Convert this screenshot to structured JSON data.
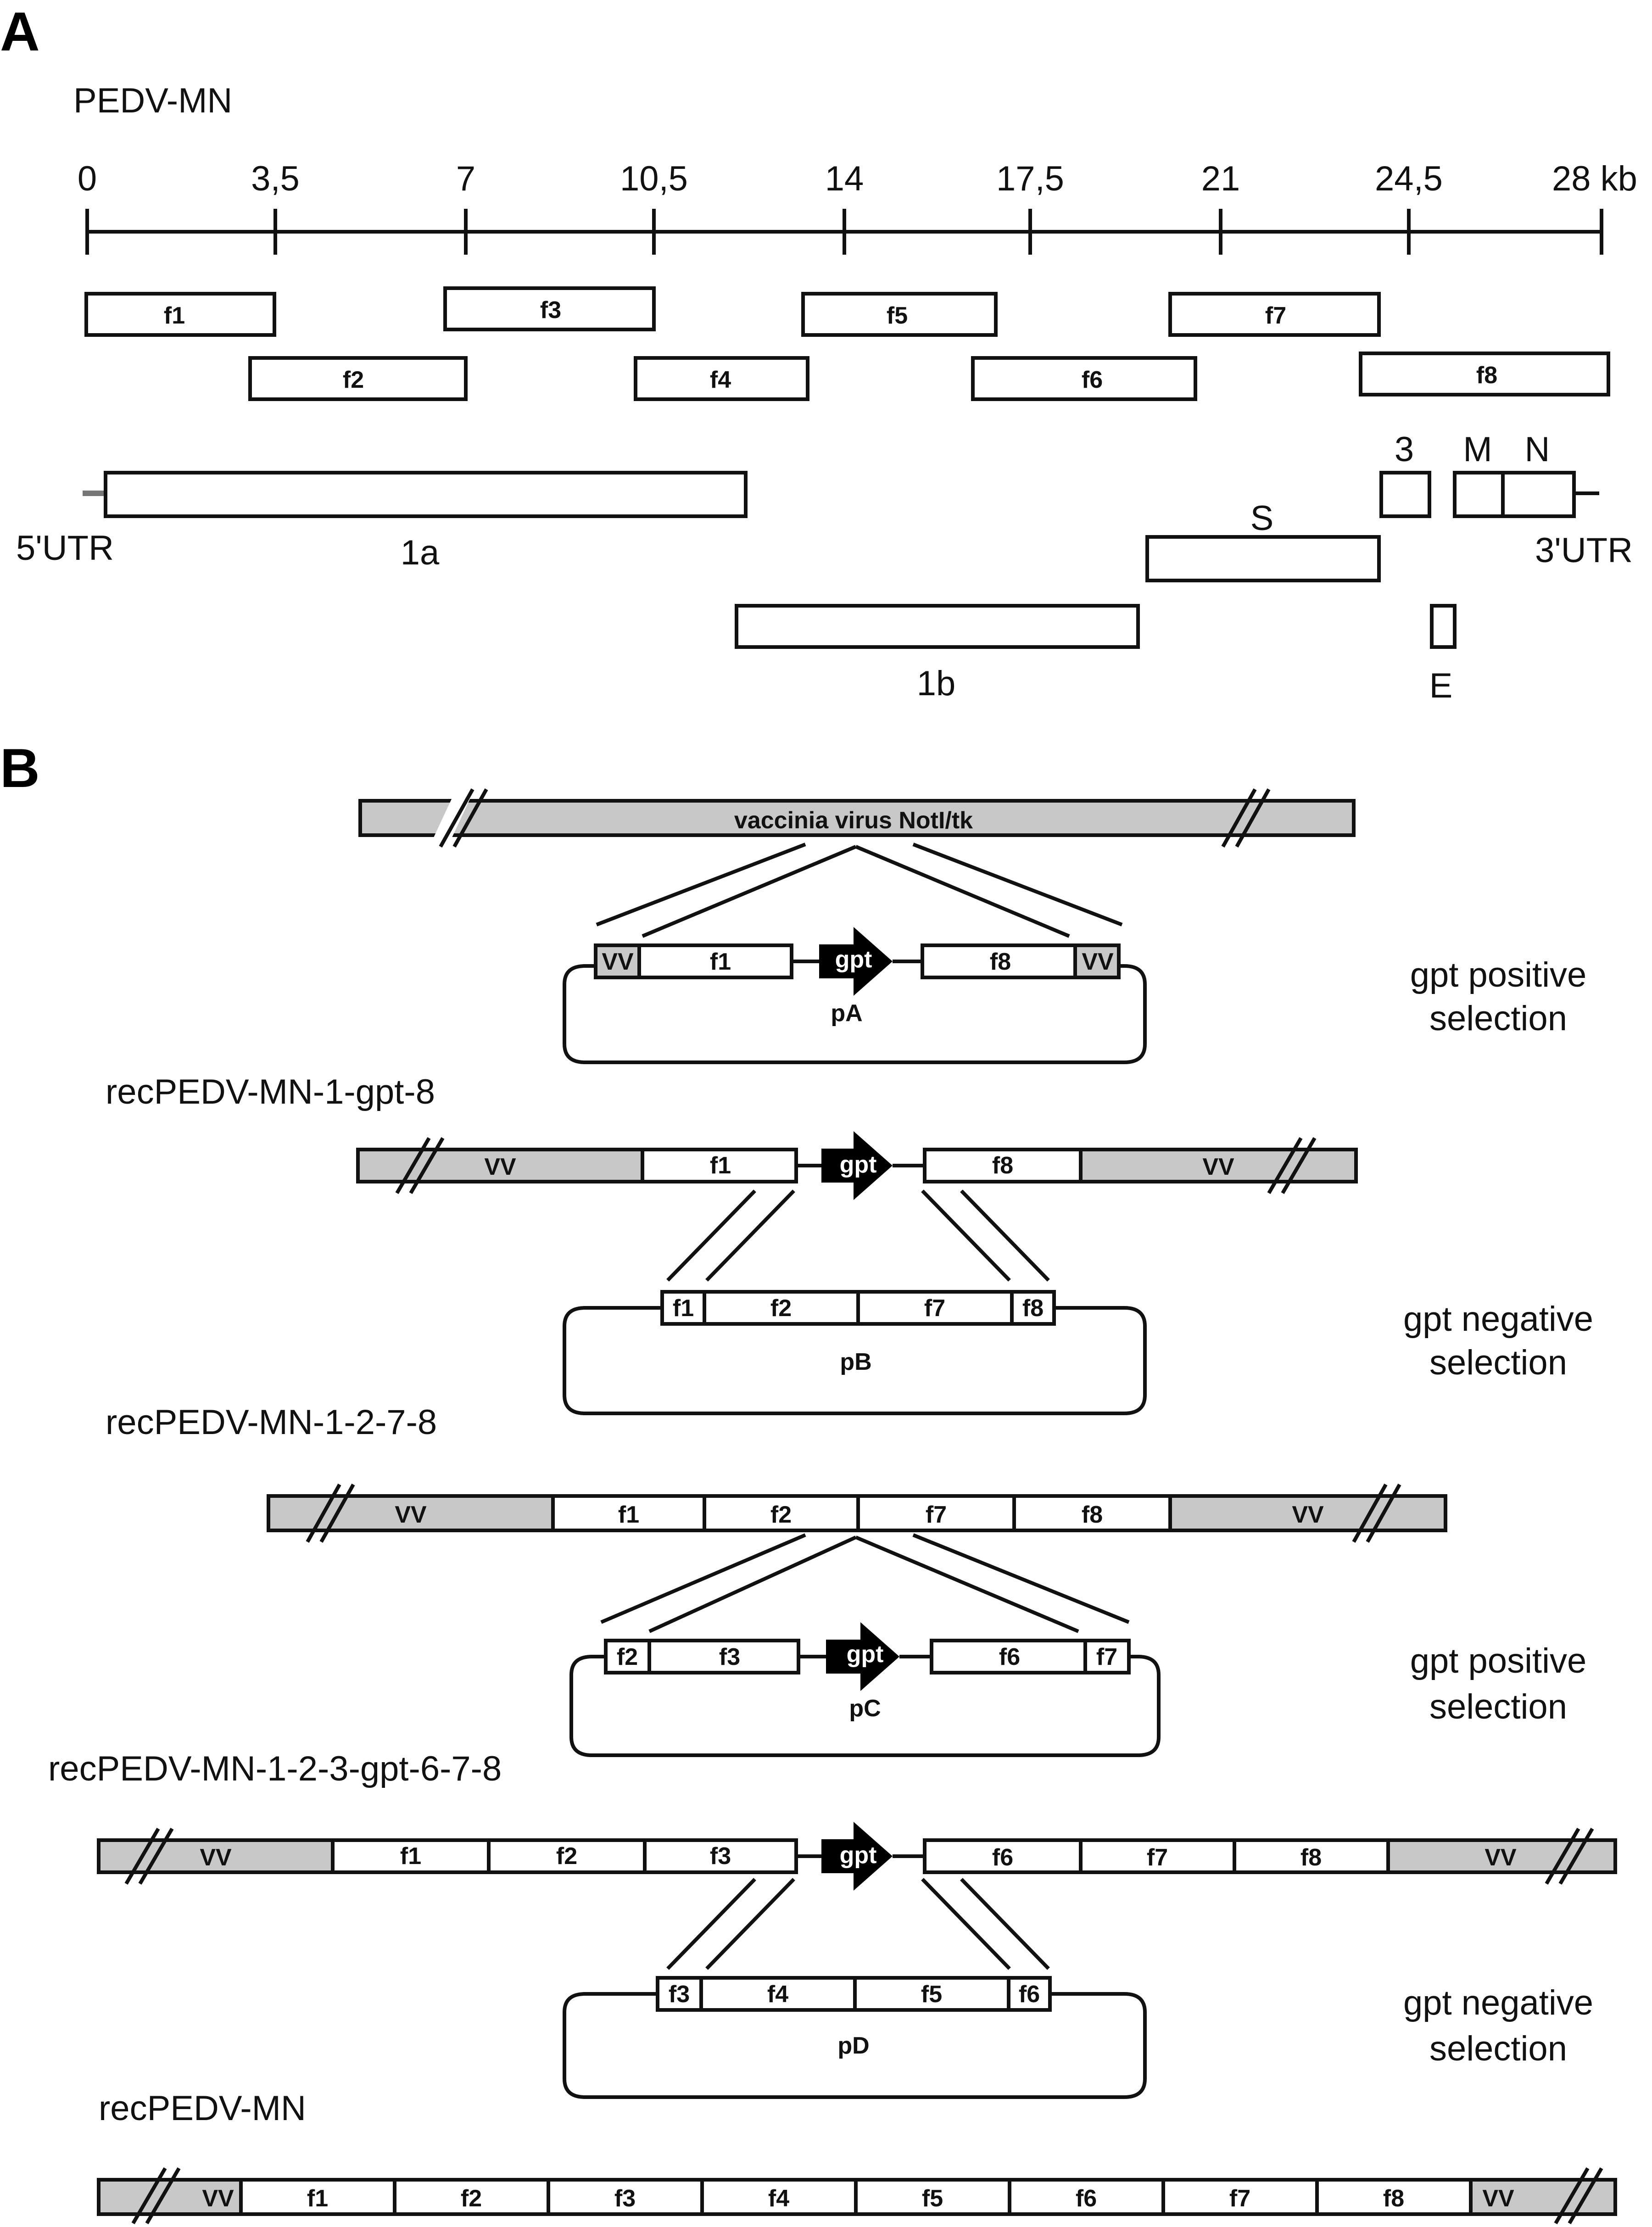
{
  "panel_a": {
    "letter": "A",
    "title": "PEDV-MN",
    "ticks": [
      "0",
      "3,5",
      "7",
      "10,5",
      "14",
      "17,5",
      "21",
      "24,5",
      "28 kb"
    ],
    "fragments": [
      "f1",
      "f2",
      "f3",
      "f4",
      "f5",
      "f6",
      "f7",
      "f8"
    ],
    "genome": {
      "utr5": "5'UTR",
      "utr3": "3'UTR",
      "orfs": [
        "1a",
        "1b",
        "S",
        "3",
        "E",
        "M",
        "N"
      ]
    }
  },
  "panel_b": {
    "letter": "B",
    "steps": [
      {
        "plasmid": "pA",
        "selection_line1": "gpt positive",
        "selection_line2": "selection",
        "plasmid_segments": [
          "VV",
          "f1",
          "gpt",
          "f8",
          "VV"
        ],
        "source_genome": [
          "vaccinia virus NotI/tk"
        ],
        "result_name": "recPEDV-MN-1-gpt-8",
        "result_genome": [
          "VV",
          "f1",
          "gpt",
          "f8",
          "VV"
        ]
      },
      {
        "plasmid": "pB",
        "selection_line1": "gpt negative",
        "selection_line2": "selection",
        "plasmid_segments": [
          "f1",
          "f2",
          "f7",
          "f8"
        ],
        "result_name": "recPEDV-MN-1-2-7-8",
        "result_genome": [
          "VV",
          "f1",
          "f2",
          "f7",
          "f8",
          "VV"
        ]
      },
      {
        "plasmid": "pC",
        "selection_line1": "gpt positive",
        "selection_line2": "selection",
        "plasmid_segments": [
          "f2",
          "f3",
          "gpt",
          "f6",
          "f7"
        ],
        "result_name": "recPEDV-MN-1-2-3-gpt-6-7-8",
        "result_genome": [
          "VV",
          "f1",
          "f2",
          "f3",
          "gpt",
          "f6",
          "f7",
          "f8",
          "VV"
        ]
      },
      {
        "plasmid": "pD",
        "selection_line1": "gpt negative",
        "selection_line2": "selection",
        "plasmid_segments": [
          "f3",
          "f4",
          "f5",
          "f6"
        ],
        "result_name": "recPEDV-MN",
        "result_genome": [
          "VV",
          "f1",
          "f2",
          "f3",
          "f4",
          "f5",
          "f6",
          "f7",
          "f8",
          "VV"
        ]
      }
    ]
  },
  "colors": {
    "vaccinia_fill": "#c8c8c8",
    "outline": "#111111",
    "gpt_fill": "#000000",
    "utr_grey": "#777777"
  }
}
